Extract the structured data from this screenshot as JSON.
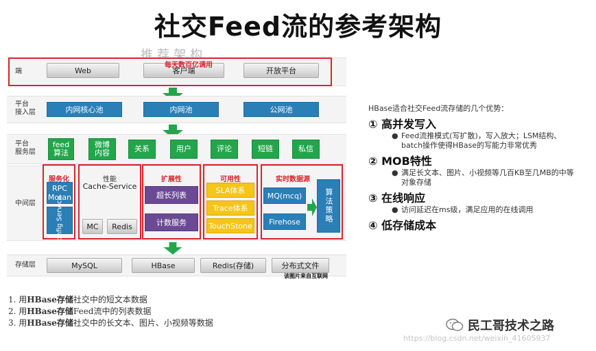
{
  "title": "社交Feed流的参考架构",
  "deco_text": "推荐架构",
  "layers": {
    "client": {
      "label": "端",
      "items": [
        "Web",
        "客户端",
        "开放平台"
      ],
      "note": "每天数百亿调用"
    },
    "access": {
      "label_lines": [
        "平台",
        "接入层"
      ],
      "items": [
        "内网核心池",
        "内网池",
        "公网池"
      ]
    },
    "service": {
      "label_lines": [
        "平台",
        "服务层"
      ],
      "items": [
        "feed\n算法",
        "微博\n内容",
        "关系",
        "用户",
        "评论",
        "短链",
        "私信"
      ]
    },
    "middle": {
      "label": "中间层",
      "groups": {
        "service_mgmt": {
          "title": "服务化",
          "items": [
            "RPC",
            "Motan"
          ],
          "config": "Config Service"
        },
        "performance": {
          "title": "性能",
          "items": [
            "Cache-Service",
            "MC",
            "Redis"
          ]
        },
        "scalability": {
          "title": "扩展性",
          "items": [
            "超长列表",
            "计数服务"
          ]
        },
        "availability": {
          "title": "可用性",
          "items": [
            "SLA体系",
            "Trace体系",
            "TouchStone"
          ]
        },
        "realtime": {
          "title": "实时数据源",
          "items": [
            "MQ(mcq)",
            "Firehose"
          ],
          "algo": "算法策略"
        }
      }
    },
    "storage": {
      "label": "存储层",
      "items": [
        "MySQL",
        "HBase",
        "Redis(存储)",
        "分布式文件"
      ],
      "source_note": "该图片来自互联网"
    }
  },
  "sidebar": {
    "intro": "HBase适合社交Feed流存储的几个优势：",
    "points": [
      {
        "heading": "① 高并发写入",
        "bullets": [
          "Feed流推模式(写扩散)，写入放大；LSM结构、batch操作使得HBase的写能力非常优秀"
        ]
      },
      {
        "heading": "② MOB特性",
        "bullets": [
          "满足长文本、图片、小视频等几百KB至几MB的中等对象存储"
        ]
      },
      {
        "heading": "③ 在线响应",
        "bullets": [
          "访问延迟在ms级，满足应用的在线调用"
        ]
      },
      {
        "heading": "④ 低存储成本",
        "bullets": []
      }
    ]
  },
  "footnotes": [
    {
      "prefix": "1. 用",
      "bold": "HBase存储",
      "rest": "社交中的短文本数据"
    },
    {
      "prefix": "2. 用",
      "bold": "HBase存储",
      "rest": "Feed流中的列表数据"
    },
    {
      "prefix": "3. 用",
      "bold": "HBase存储",
      "rest": "社交中的长文本、图片、小视频等数据"
    }
  ],
  "watermark": {
    "brand": "民工哥技术之路",
    "url": "https://blog.csdn.net/weixin_41605937"
  },
  "colors": {
    "blue": "#2a7fb7",
    "green": "#22a64b",
    "purple": "#6b4a95",
    "yellow": "#f5c518",
    "red": "#d9232e"
  }
}
